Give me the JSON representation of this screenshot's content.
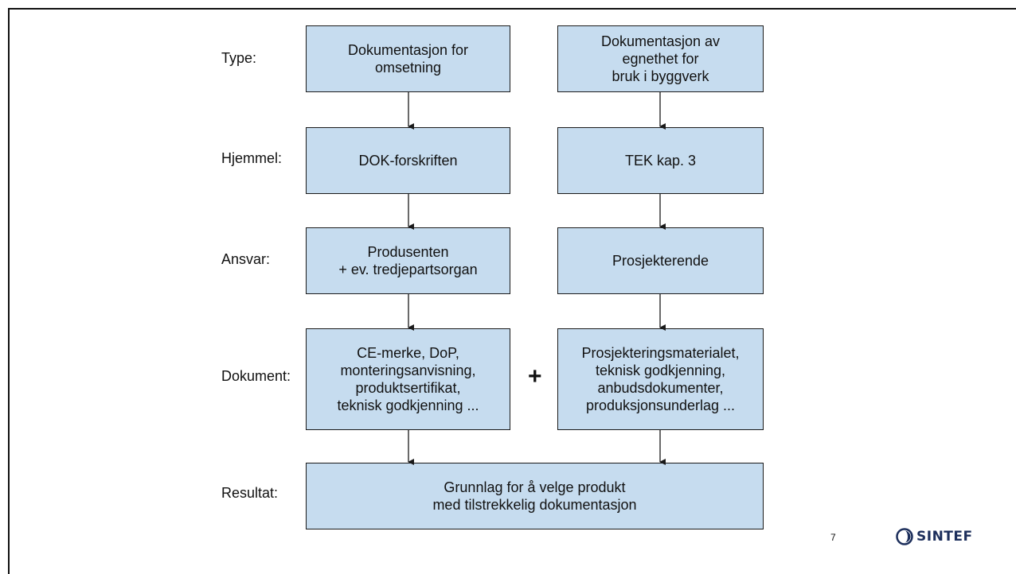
{
  "rows": {
    "type": "Type:",
    "hjemmel": "Hjemmel:",
    "ansvar": "Ansvar:",
    "dokument": "Dokument:",
    "resultat": "Resultat:"
  },
  "left_column": {
    "type": "Dokumentasjon for\nomsetning",
    "hjemmel": "DOK-forskriften",
    "ansvar": "Produsenten\n+ ev. tredjepartsorgan",
    "dokument": "CE-merke, DoP,\nmonteringsanvisning,\nproduktsertifikat,\nteknisk godkjenning ..."
  },
  "right_column": {
    "type": "Dokumentasjon av\negnethet for\nbruk i byggverk",
    "hjemmel": "TEK kap. 3",
    "ansvar": "Prosjekterende",
    "dokument": "Prosjekteringsmaterialet,\nteknisk godkjenning,\nanbudsdokumenter,\nproduksjonsunderlag ..."
  },
  "result": "Grunnlag for å velge produkt\nmed tilstrekkelig dokumentasjon",
  "plus_sign": "+",
  "footer": {
    "page_number": "7",
    "logo_text": "SINTEF",
    "logo_color": "#1d2f5c"
  },
  "colors": {
    "box_fill": "#c6dcef",
    "box_border": "#1a1a1a"
  }
}
